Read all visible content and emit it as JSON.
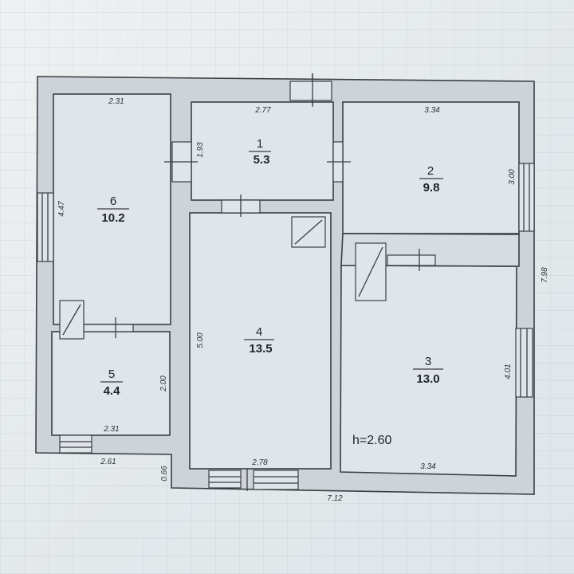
{
  "rooms": [
    {
      "number": "1",
      "area": "5.3"
    },
    {
      "number": "2",
      "area": "9.8"
    },
    {
      "number": "3",
      "area": "13.0"
    },
    {
      "number": "4",
      "area": "13.5"
    },
    {
      "number": "5",
      "area": "4.4"
    },
    {
      "number": "6",
      "area": "10.2"
    }
  ],
  "dimensions": {
    "room6_top": "2.31",
    "room6_side": "4.47",
    "room1_top": "2.77",
    "room1_side": "1.93",
    "room2_top": "3.34",
    "room2_side": "3.00",
    "room4_side": "5.00",
    "room4_bottom": "2.78",
    "room5_side": "2.00",
    "room5_bottom": "2.31",
    "room3_side": "4.01",
    "room3_bottom": "3.34",
    "outer_right": "7.98",
    "outer_bottom": "7.12",
    "porch_width": "2.61",
    "porch_height": "0.66"
  },
  "ceiling_height": "h=2.60"
}
